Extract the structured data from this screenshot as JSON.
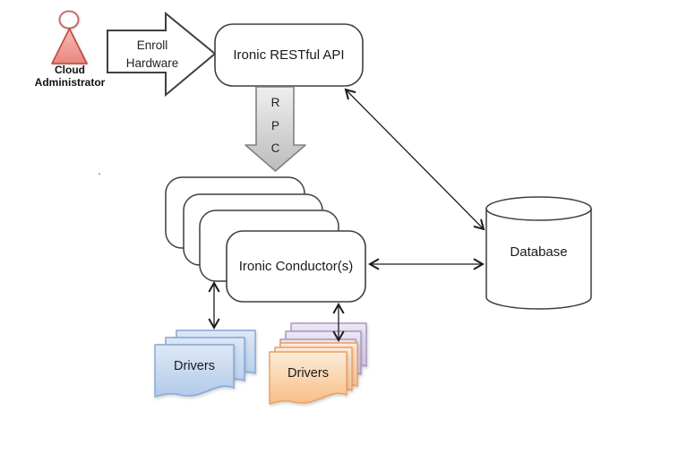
{
  "nodes": {
    "cloud_admin": {
      "line1": "Cloud",
      "line2": "Administrator"
    },
    "enroll": {
      "line1": "Enroll",
      "line2": "Hardware"
    },
    "api": {
      "label": "Ironic RESTful API"
    },
    "rpc": {
      "l1": "R",
      "l2": "P",
      "l3": "C"
    },
    "conductor": {
      "label": "Ironic Conductor(s)"
    },
    "database": {
      "label": "Database"
    },
    "drivers_left": {
      "label": "Drivers"
    },
    "drivers_right": {
      "label": "Drivers"
    },
    "stray_dot": "."
  },
  "edges": [
    {
      "from": "cloud-admin",
      "to": "ironic-restful-api",
      "via": "enroll-hardware-block-arrow"
    },
    {
      "from": "ironic-restful-api",
      "to": "ironic-conductors",
      "via": "rpc-block-arrow"
    },
    {
      "from": "ironic-restful-api",
      "to": "database",
      "type": "double-arrow"
    },
    {
      "from": "ironic-conductors",
      "to": "database",
      "type": "double-arrow"
    },
    {
      "from": "ironic-conductors",
      "to": "drivers-blue",
      "type": "double-arrow"
    },
    {
      "from": "ironic-conductors",
      "to": "drivers-orange",
      "type": "double-arrow"
    }
  ],
  "colors": {
    "background": "#ffffff",
    "shape_border": "#3f3f3f",
    "arrow_stroke": "#1c1c1c",
    "actor_fill": "#f2a29b",
    "actor_border": "#c0504d",
    "rpc_fill": "#d9d9d9",
    "rpc_border": "#808080",
    "blue_fill": "#c8daf0",
    "blue_border": "#82a7d4",
    "orange_fill": "#fbd2a2",
    "orange_border": "#eb9f60",
    "purple_fill": "#ddd2ea",
    "purple_border": "#a995c4"
  }
}
